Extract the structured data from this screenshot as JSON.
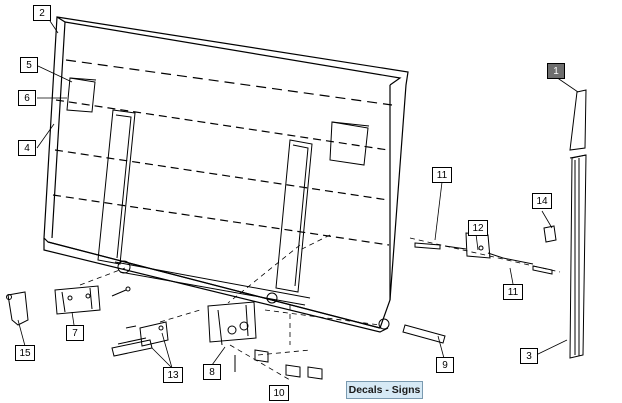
{
  "callouts": {
    "c1": "1",
    "c2": "2",
    "c3": "3",
    "c4": "4",
    "c5": "5",
    "c6": "6",
    "c7": "7",
    "c8": "8",
    "c9": "9",
    "c10": "10",
    "c11a": "11",
    "c11b": "11",
    "c12": "12",
    "c13": "13",
    "c14": "14",
    "c15": "15"
  },
  "decals_button": "Decals - Signs"
}
